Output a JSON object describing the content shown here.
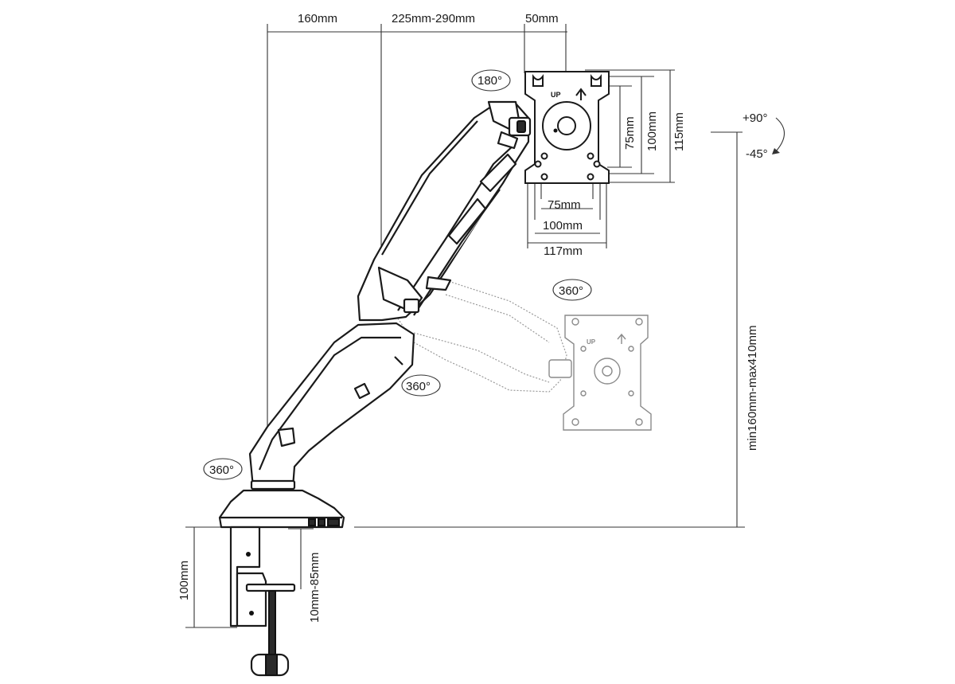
{
  "dimensions": {
    "top_1": "160mm",
    "top_2": "225mm-290mm",
    "top_3": "50mm",
    "plate_h_75": "75mm",
    "plate_h_100": "100mm",
    "plate_h_117": "117mm",
    "plate_v_75": "75mm",
    "plate_v_100": "100mm",
    "plate_v_115": "115mm",
    "height_range": "min160mm-max410mm",
    "clamp_height": "100mm",
    "clamp_range": "10mm-85mm"
  },
  "rotations": {
    "top_swivel": "180°",
    "tilt_up": "+90°",
    "tilt_down": "-45°",
    "rotate_plate": "360°",
    "rotate_elbow": "360°",
    "rotate_base": "360°"
  },
  "plate_marks": {
    "up": "UP",
    "ghost_up": "UP"
  }
}
